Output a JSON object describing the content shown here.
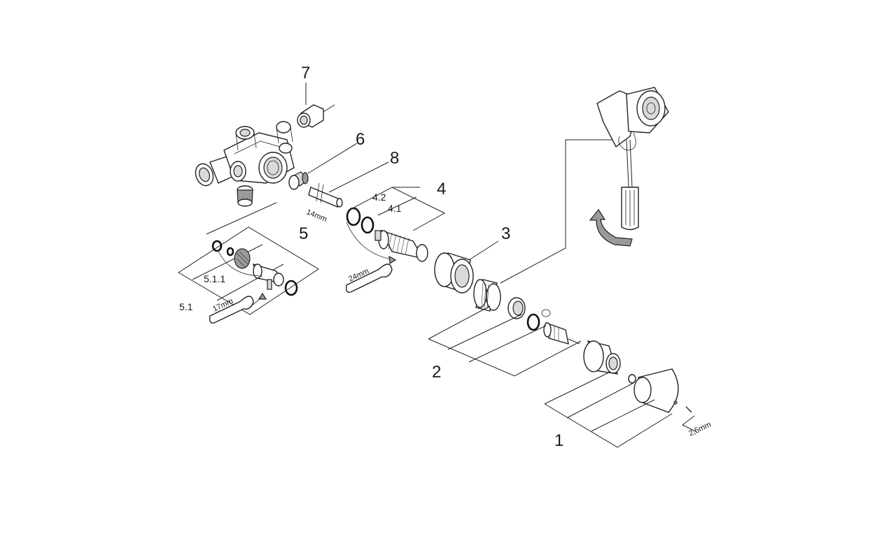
{
  "callouts": {
    "p1": "1",
    "p2": "2",
    "p3": "3",
    "p4": "4",
    "p4_1": "4.1",
    "p4_2": "4.2",
    "p5": "5",
    "p5_1": "5.1",
    "p5_1_1": "5.1.1",
    "p6": "6",
    "p7": "7",
    "p8": "8"
  },
  "tool_sizes": {
    "wrench_17": "17mm",
    "wrench_24": "24mm",
    "hex_14": "14mm",
    "allen_2_5": "2,5mm"
  }
}
